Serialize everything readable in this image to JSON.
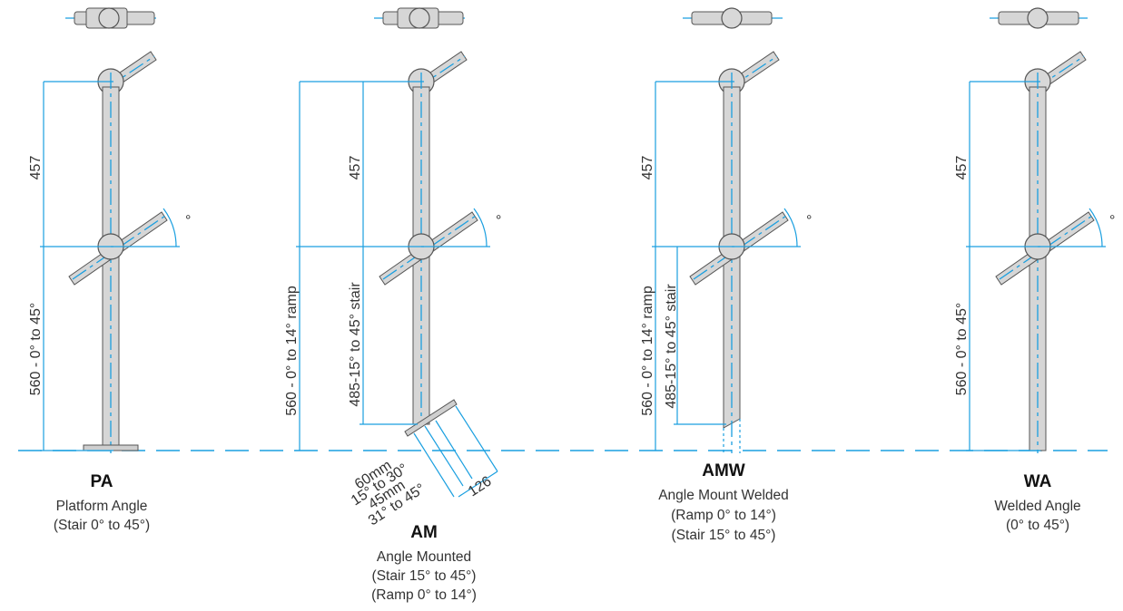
{
  "posts": [
    {
      "code": "PA",
      "title": "Platform Angle",
      "range": "(Stair 0° to 45°)",
      "range2": "",
      "dim_top": "457",
      "dim_bottom": "560 - 0° to 45°",
      "dim_inner": "",
      "angle_mark": "°"
    },
    {
      "code": "AM",
      "title": "Angle Mounted",
      "range": "(Stair 15° to 45°)",
      "range2": "(Ramp 0° to 14°)",
      "dim_top": "457",
      "dim_bottom": "560 - 0° to 14° ramp",
      "dim_inner": "485-15° to 45° stair",
      "angle_mark": "°",
      "base_labels": [
        "60mm",
        "15° to 30°",
        "45mm",
        "31° to 45°",
        "126"
      ]
    },
    {
      "code": "AMW",
      "title": "Angle Mount Welded",
      "range": "(Ramp 0° to 14°)",
      "range2": "(Stair 15° to 45°)",
      "dim_top": "457",
      "dim_bottom": "560 - 0° to 14° ramp",
      "dim_inner": "485-15° to 45° stair",
      "angle_mark": "°"
    },
    {
      "code": "WA",
      "title": "Welded Angle",
      "range": "(0° to 45°)",
      "range2": "",
      "dim_top": "457",
      "dim_bottom": "560 - 0° to 45°",
      "dim_inner": "",
      "angle_mark": "°"
    }
  ],
  "colors": {
    "accent": "#1a9fe0",
    "outline": "#555555",
    "fill": "#d6d6d6"
  }
}
